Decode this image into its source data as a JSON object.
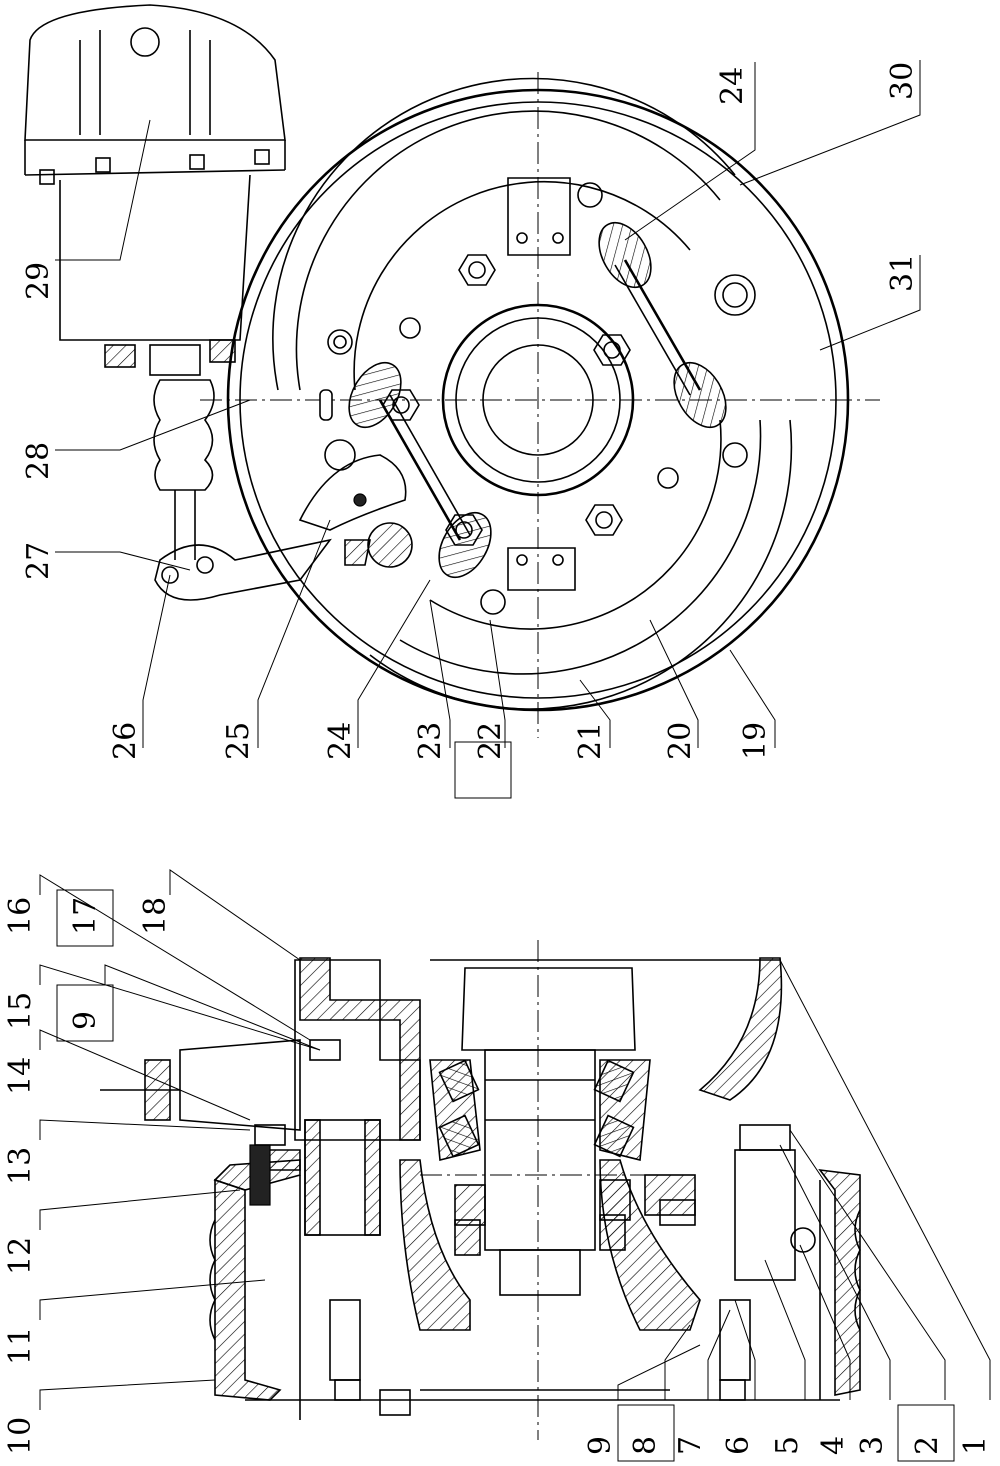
{
  "diagram": {
    "section_view_labels": [
      "1",
      "2",
      "3",
      "4",
      "5",
      "6",
      "7",
      "8",
      "9",
      "10",
      "11",
      "12",
      "13",
      "14",
      "15",
      "9",
      "16",
      "17",
      "18"
    ],
    "front_view_labels": [
      "19",
      "20",
      "21",
      "22",
      "23",
      "24",
      "25",
      "26",
      "27",
      "28",
      "29",
      "24",
      "30",
      "31"
    ]
  }
}
